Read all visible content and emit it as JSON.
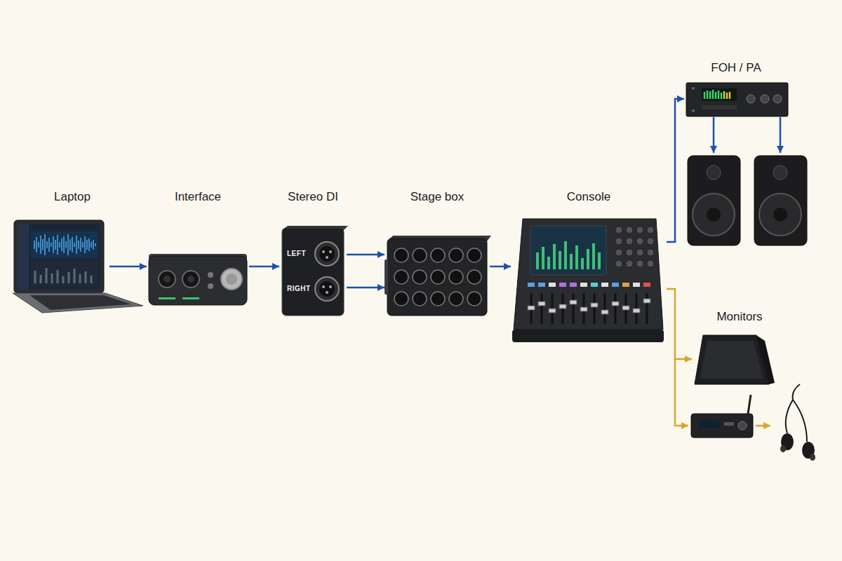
{
  "diagram": {
    "nodes": [
      {
        "text": [
          "Laptop"
        ]
      },
      {
        "text": [
          "Interface"
        ]
      },
      {
        "text": [
          "Stereo DI"
        ]
      },
      {
        "text": [
          "Stage box"
        ]
      },
      {
        "text": [
          "Console"
        ]
      },
      {
        "text": [
          "FOH / PA"
        ]
      },
      {
        "text": [
          "Monitors"
        ]
      }
    ],
    "edges": [
      {
        "from": 0,
        "to": 1,
        "arrow": "to"
      },
      {
        "from": 1,
        "to": 2,
        "arrow": "to"
      },
      {
        "from": 2,
        "to": 3,
        "arrow": "to"
      },
      {
        "from": 2,
        "to": 3,
        "arrow": "to"
      },
      {
        "from": 3,
        "to": 4,
        "arrow": "to"
      },
      {
        "from": 4,
        "to": 5,
        "arrow": "to"
      },
      {
        "from": 4,
        "to": 6,
        "arrow": "to"
      }
    ],
    "labels": [
      "LEFT",
      "RIGHT"
    ]
  }
}
